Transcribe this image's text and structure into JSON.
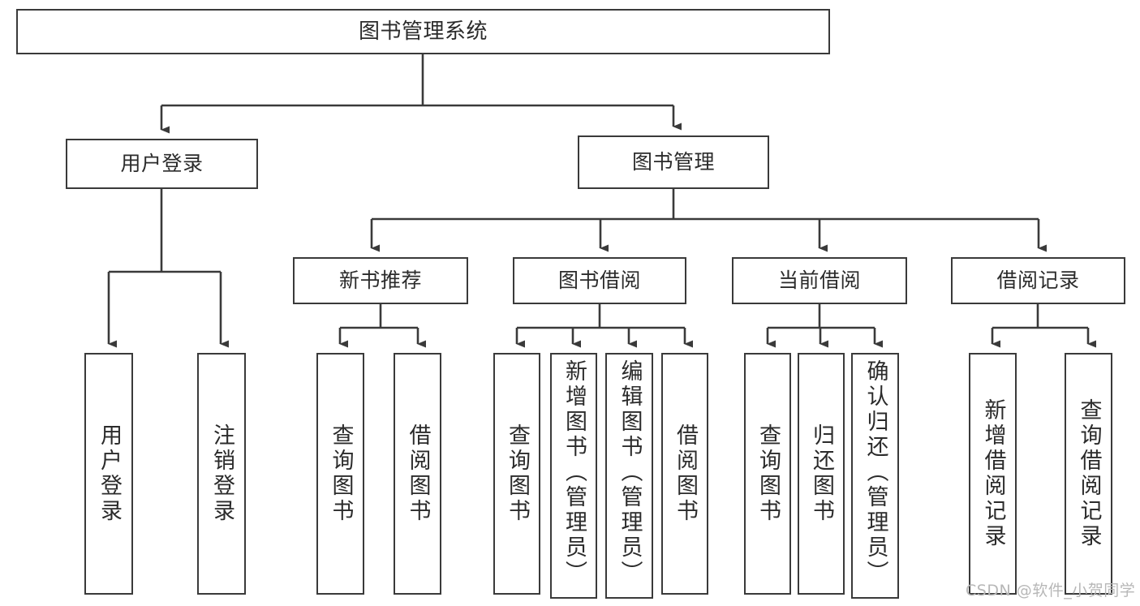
{
  "diagram": {
    "type": "tree-hierarchy-chart",
    "title": "图书管理系统",
    "line_color": "#3a3a3a",
    "box_fill": "#ffffff",
    "text_color": "#2b2b2b",
    "watermark": "CSDN @软件_小贺同学"
  },
  "nodes": {
    "root": {
      "label": "图书管理系统"
    },
    "level1": [
      {
        "id": "user-login",
        "label": "用户登录"
      },
      {
        "id": "book-manage",
        "label": "图书管理"
      }
    ],
    "level2": [
      {
        "id": "new-book-recommend",
        "label": "新书推荐"
      },
      {
        "id": "book-borrow",
        "label": "图书借阅"
      },
      {
        "id": "current-borrow",
        "label": "当前借阅"
      },
      {
        "id": "borrow-record",
        "label": "借阅记录"
      }
    ],
    "leaves": {
      "user_login": [
        {
          "id": "leaf-user-login",
          "label": "用户登录"
        },
        {
          "id": "leaf-logout-login",
          "label": "注销登录"
        }
      ],
      "new_book_recommend": [
        {
          "id": "leaf-query-book-1",
          "label": "查询图书"
        },
        {
          "id": "leaf-borrow-book-1",
          "label": "借阅图书"
        }
      ],
      "book_borrow": [
        {
          "id": "leaf-query-book-2",
          "label": "查询图书"
        },
        {
          "id": "leaf-add-book",
          "label": "新增图书（管理员）"
        },
        {
          "id": "leaf-edit-book",
          "label": "编辑图书（管理员）"
        },
        {
          "id": "leaf-borrow-book-2",
          "label": "借阅图书"
        }
      ],
      "current_borrow": [
        {
          "id": "leaf-query-book-3",
          "label": "查询图书"
        },
        {
          "id": "leaf-return-book",
          "label": "归还图书"
        },
        {
          "id": "leaf-confirm-return",
          "label": "确认归还（管理员）"
        }
      ],
      "borrow_record": [
        {
          "id": "leaf-add-record",
          "label": "新增借阅记录"
        },
        {
          "id": "leaf-query-record",
          "label": "查询借阅记录"
        }
      ]
    }
  }
}
